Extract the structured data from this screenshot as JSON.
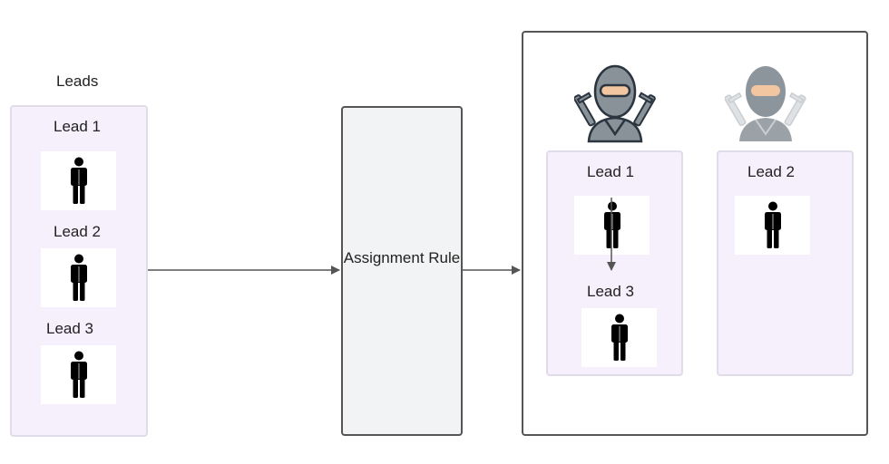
{
  "leads_column": {
    "title": "Leads",
    "items": [
      {
        "label": "Lead 1"
      },
      {
        "label": "Lead 2"
      },
      {
        "label": "Lead 3"
      }
    ]
  },
  "rule": {
    "label": "Assignment Rule"
  },
  "agents": [
    {
      "avatar_icon": "ninja-agent-icon",
      "leads": [
        {
          "label": "Lead 1"
        },
        {
          "label": "Lead 3"
        }
      ]
    },
    {
      "avatar_icon": "ninja-agent-icon",
      "leads": [
        {
          "label": "Lead 2"
        }
      ]
    }
  ],
  "colors": {
    "panel_fill": "#f6effc",
    "panel_border": "#e0dcea",
    "box_border": "#555555",
    "rule_fill": "#f2f3f5",
    "arrow": "#555555",
    "person": "#000000",
    "ninja_dark": "#2b3540",
    "ninja_face": "#f2c6a0",
    "ninja_light": "#8a9299"
  }
}
